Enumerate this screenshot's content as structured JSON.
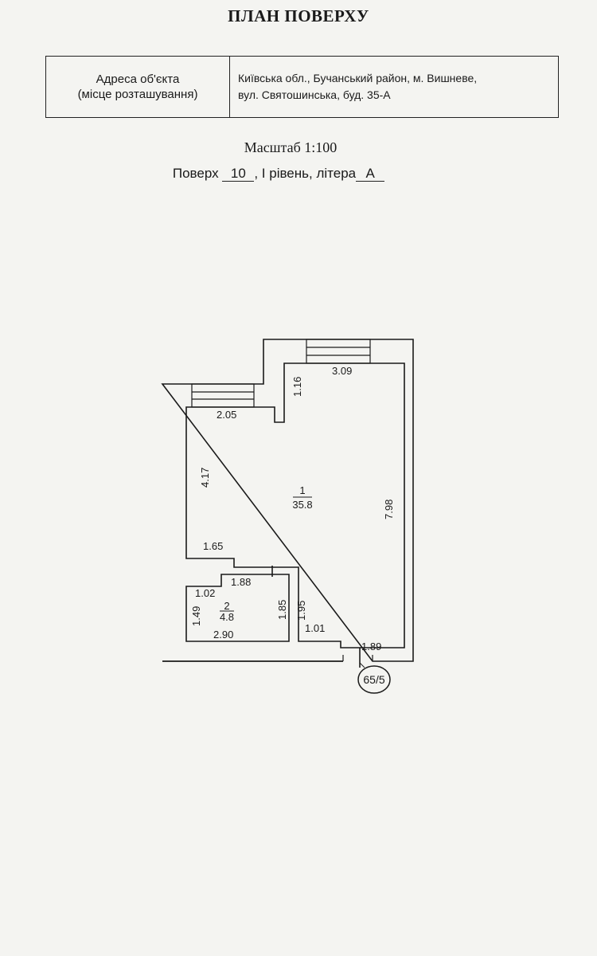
{
  "title": "ПЛАН ПОВЕРХУ",
  "address": {
    "label_line1": "Адреса об'єкта",
    "label_line2": "(місце розташування)",
    "value_line1": "Київська обл., Бучанський район, м. Вишневе,",
    "value_line2": "вул. Святошинська, буд. 35-А"
  },
  "scale": "Масштаб 1:100",
  "floor": {
    "prefix": "Поверх",
    "number": "10",
    "middle": ", І рівень, літера",
    "letter": "А"
  },
  "plan": {
    "dimensions": {
      "top_right_width": "3.09",
      "notch_height": "1.16",
      "top_left_width": "2.05",
      "left_height": "4.17",
      "right_height": "7.98",
      "step_width": "1.65",
      "room2_top": "1.88",
      "room2_left_top": "1.02",
      "room2_height": "1.49",
      "room2_bottom": "2.90",
      "room2_right": "1.85",
      "corridor_height": "1.95",
      "bottom_segment": "1.01",
      "door_width": "1.89"
    },
    "rooms": [
      {
        "number": "1",
        "area": "35.8"
      },
      {
        "number": "2",
        "area": "4.8"
      }
    ],
    "marker": "65/5"
  }
}
